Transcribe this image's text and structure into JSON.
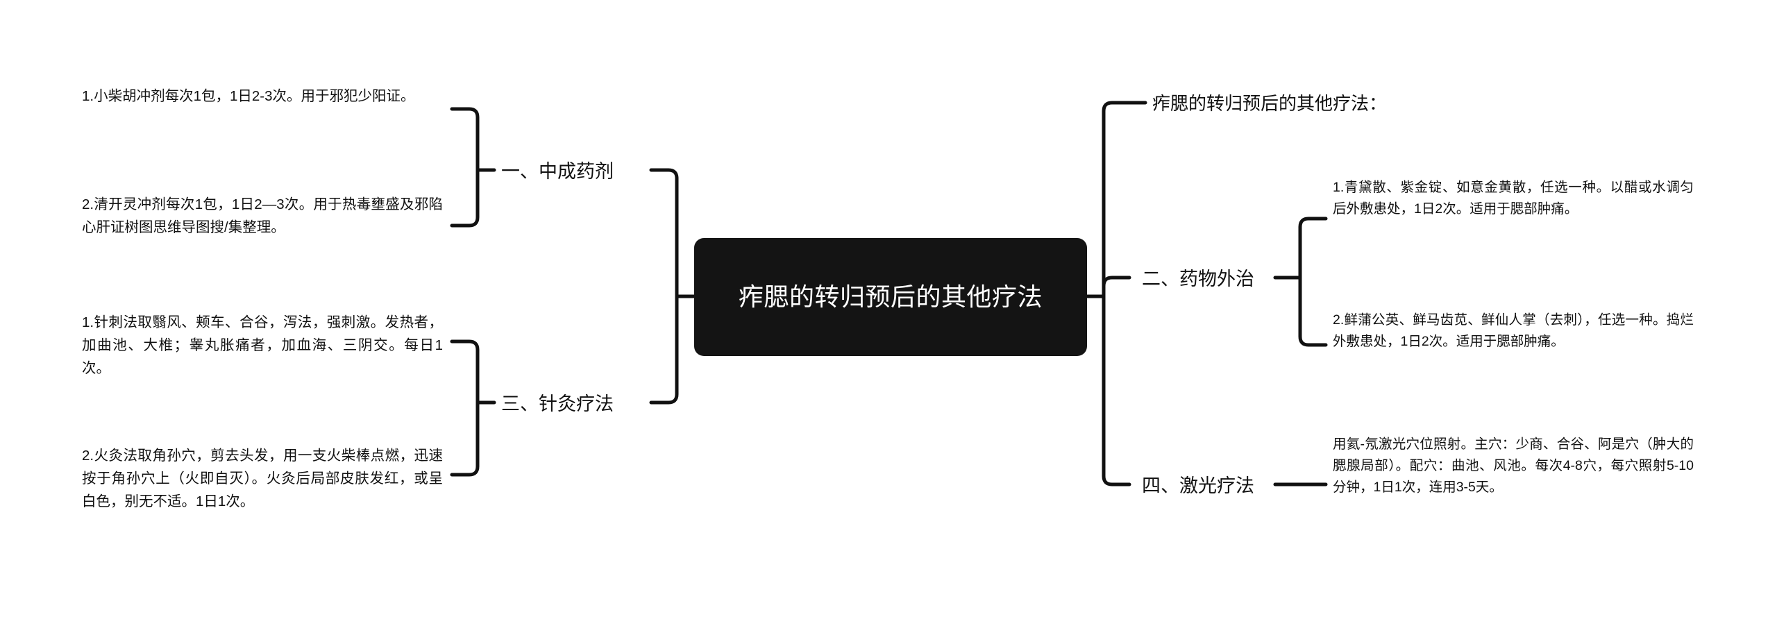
{
  "root": {
    "label": "痄腮的转归预后的其他疗法"
  },
  "left_branches": [
    {
      "name": "zhongchengyaoji",
      "label": "一、中成药剂",
      "leaves": [
        "1.小柴胡冲剂每次1包，1日2-3次。用于邪犯少阳证。",
        "2.清开灵冲剂每次1包，1日2—3次。用于热毒壅盛及邪陷心肝证树图思维导图搜/集整理。"
      ]
    },
    {
      "name": "zhenjiuliaofa",
      "label": "三、针灸疗法",
      "leaves": [
        "1.针刺法取翳风、颊车、合谷，泻法，强刺激。发热者，加曲池、大椎；睾丸胀痛者，加血海、三阴交。每日1次。",
        "2.火灸法取角孙穴，剪去头发，用一支火柴棒点燃，迅速按于角孙穴上（火即自灭）。火灸后局部皮肤发红，或呈白色，别无不适。1日1次。"
      ]
    }
  ],
  "right_branches": [
    {
      "name": "heading",
      "label": "痄腮的转归预后的其他疗法：",
      "leaves": []
    },
    {
      "name": "yaowuwaizhi",
      "label": "二、药物外治",
      "leaves": [
        "1.青黛散、紫金锭、如意金黄散，任选一种。以醋或水调匀后外敷患处，1日2次。适用于腮部肿痛。",
        "2.鲜蒲公英、鲜马齿苋、鲜仙人掌（去刺），任选一种。捣烂外敷患处，1日2次。适用于腮部肿痛。"
      ]
    },
    {
      "name": "jiguangliaofa",
      "label": "四、激光疗法",
      "leaves": [
        "用氦-氖激光穴位照射。主穴：少商、合谷、阿是穴（肿大的腮腺局部）。配穴：曲池、风池。每次4-8穴，每穴照射5-10分钟，1日1次，连用3-5天。"
      ]
    }
  ],
  "style": {
    "root_fill": "#141414",
    "root_text": "#ffffff",
    "line_color": "#111111",
    "page_background": "#ffffff",
    "text_color": "#111111"
  }
}
